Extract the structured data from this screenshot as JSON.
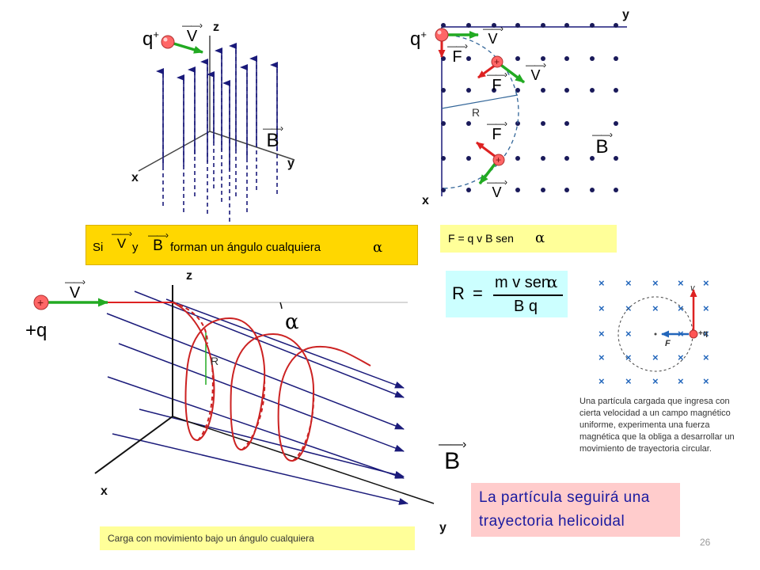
{
  "slide": {
    "page_number": "26"
  },
  "fig1": {
    "charge": "q",
    "charge_sup": "+",
    "axis_z": "z",
    "axis_x": "x",
    "axis_y": "y",
    "v_symbol": "V",
    "b_symbol": "B"
  },
  "fig2": {
    "charge": "q",
    "charge_sup": "+",
    "axis_y": "y",
    "axis_x": "x",
    "v_symbol": "V",
    "f_symbol": "F",
    "b_symbol": "B",
    "radius_label": "R"
  },
  "box_angle": {
    "prefix": "Si",
    "v_symbol": "V",
    "conj": "y",
    "b_symbol": "B",
    "suffix": "forman un ángulo cualquiera",
    "alpha": "α"
  },
  "box_force": {
    "text": "F = q v B sen",
    "alpha": "α"
  },
  "box_radius": {
    "lhs": "R",
    "equals": "=",
    "numerator": "m v sen",
    "alpha": "α",
    "denominator": "B q"
  },
  "fig3": {
    "axis_z": "z",
    "axis_x": "x",
    "axis_y": "y",
    "charge": "+q",
    "plus": "+",
    "v_symbol": "V",
    "radius_label": "R",
    "alpha": "α",
    "b_symbol": "B"
  },
  "fig4": {
    "v_label": "v",
    "f_label": "F",
    "charge_label": "+q",
    "caption": [
      "Una partícula cargada que ingresa con",
      "cierta velocidad a un campo magnético",
      "uniforme, experimenta una fuerza",
      "magnética que la obliga a desarrollar un",
      "movimiento de trayectoria circular."
    ]
  },
  "box_helix": {
    "line1": "La partícula seguirá una",
    "line2": "trayectoria helicoidal"
  },
  "box_bottom": {
    "text": "Carga con movimiento bajo un ángulo cualquiera"
  },
  "colors": {
    "field_line": "#1a1a7a",
    "velocity": "#22aa22",
    "force": "#dd2222",
    "path": "#cc2222",
    "charge": "#ff6666"
  }
}
